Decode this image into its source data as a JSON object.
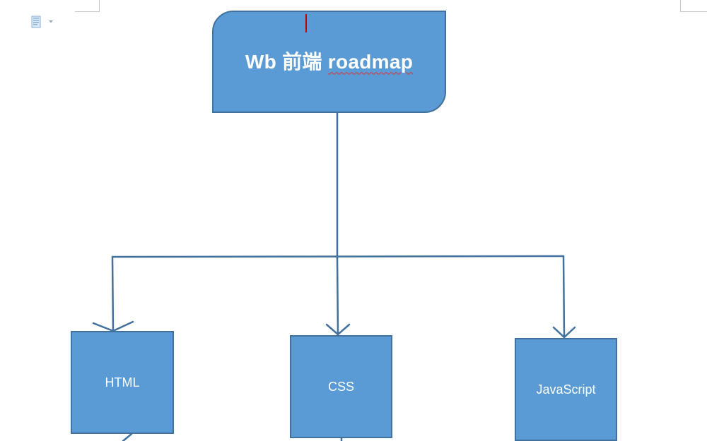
{
  "diagram": {
    "root": {
      "prefix": "Wb 前端 ",
      "misspelled_word": "roadmap"
    },
    "children": [
      {
        "label": "HTML"
      },
      {
        "label": "CSS"
      },
      {
        "label": "JavaScript"
      }
    ]
  },
  "colors": {
    "shape_fill": "#5b9bd5",
    "shape_border": "#41719c",
    "connector": "#41719c",
    "spelling_underline": "#e03030",
    "cursor": "#c00000"
  },
  "icons": {
    "paste_options": "clipboard-icon",
    "dropdown": "chevron-down-icon"
  }
}
